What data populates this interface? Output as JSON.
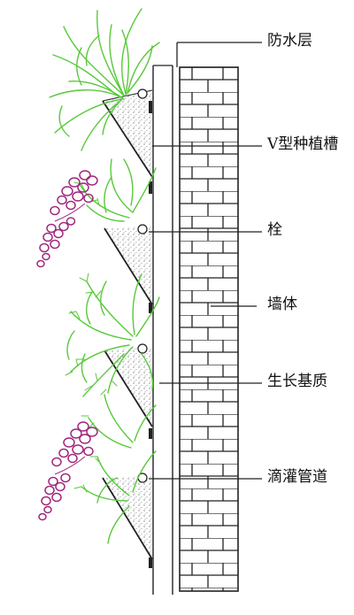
{
  "diagram": {
    "labels": {
      "waterproof_layer": "防水层",
      "v_planting_trough": "V型种植槽",
      "bolt": "栓",
      "wall": "墙体",
      "growth_medium": "生长基质",
      "drip_pipe": "滴灌管道"
    },
    "colors": {
      "line": "#222222",
      "foliage": "#58c93a",
      "flower": "#a0287e",
      "background": "#ffffff"
    },
    "icons": {
      "foliage": "leaf-cluster-icon",
      "flowers": "flower-cluster-icon"
    }
  }
}
